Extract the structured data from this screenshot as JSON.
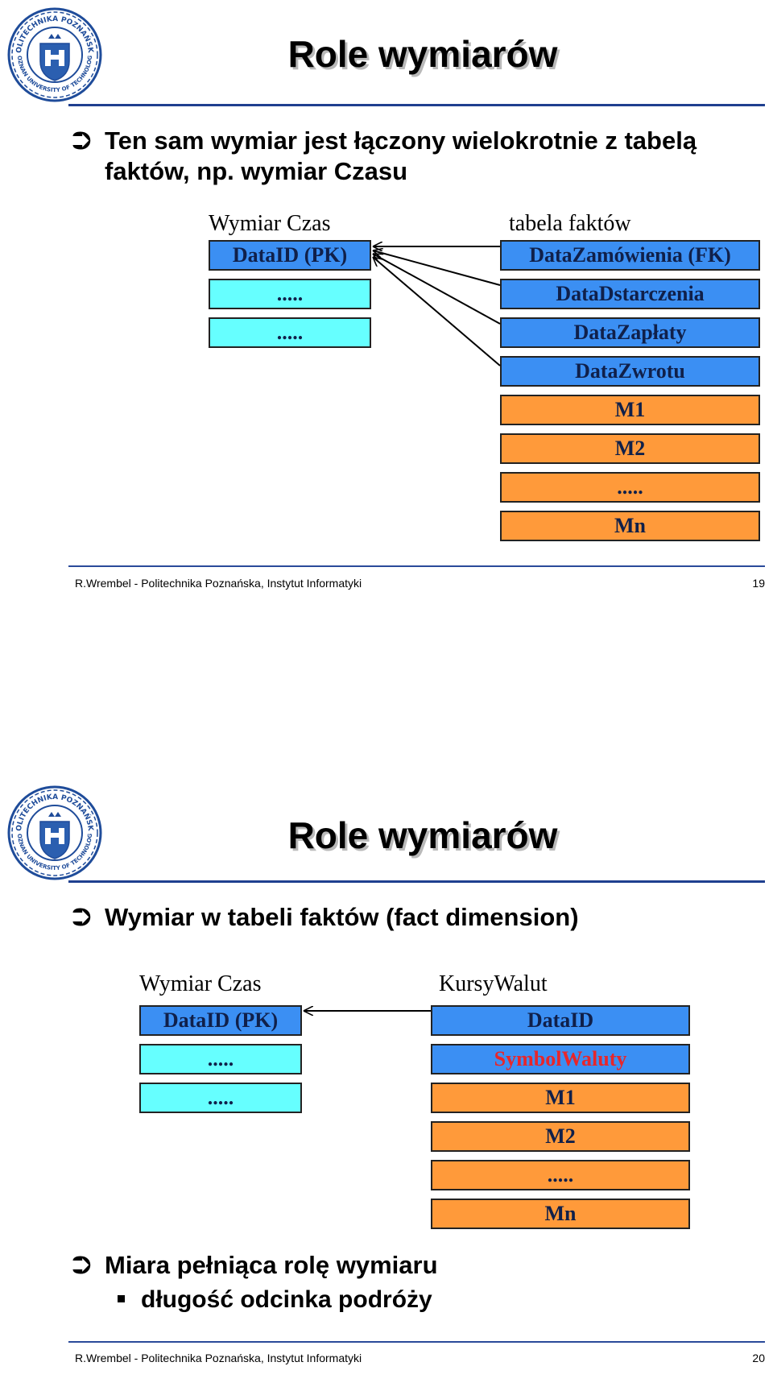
{
  "slide1": {
    "title": "Role wymiarów",
    "bullet": "Ten sam wymiar jest łączony wielokrotnie z tabelą faktów, np. wymiar Czasu",
    "dimension_label": "Wymiar Czas",
    "dimension_rows": [
      "DataID (PK)",
      ".....",
      "....."
    ],
    "fact_label": "tabela faktów",
    "fact_rows": [
      "DataZamówienia (FK)",
      "DataDstarczenia",
      "DataZapłaty",
      "DataZwrotu",
      "M1",
      "M2",
      ".....",
      "Mn"
    ],
    "footer_text": "R.Wrembel - Politechnika Poznańska, Instytut Informatyki",
    "page_number": "19"
  },
  "slide2": {
    "title": "Role wymiarów",
    "bullet1": "Wymiar w tabeli faktów (fact dimension)",
    "dimension_label": "Wymiar Czas",
    "dimension_rows": [
      "DataID (PK)",
      ".....",
      "....."
    ],
    "fact_label": "KursyWalut",
    "fact_rows": [
      "DataID",
      "SymbolWaluty",
      "M1",
      "M2",
      ".....",
      "Mn"
    ],
    "bullet2": "Miara pełniąca rolę wymiaru",
    "subbullet": "długość odcinka podróży",
    "footer_text": "R.Wrembel - Politechnika Poznańska, Instytut Informatyki",
    "page_number": "20"
  },
  "logo": {
    "text_top": "POLITECHNIKA POZNAŃSKA",
    "text_bottom": "POZNAN UNIVERSITY OF TECHNOLOGY"
  },
  "colors": {
    "key_blue": "#3b8ff3",
    "placeholder_cyan": "#66ffff",
    "measure_orange": "#ff9a3a",
    "highlight_red": "#e8262a",
    "rule_navy": "#1f3f8f"
  }
}
